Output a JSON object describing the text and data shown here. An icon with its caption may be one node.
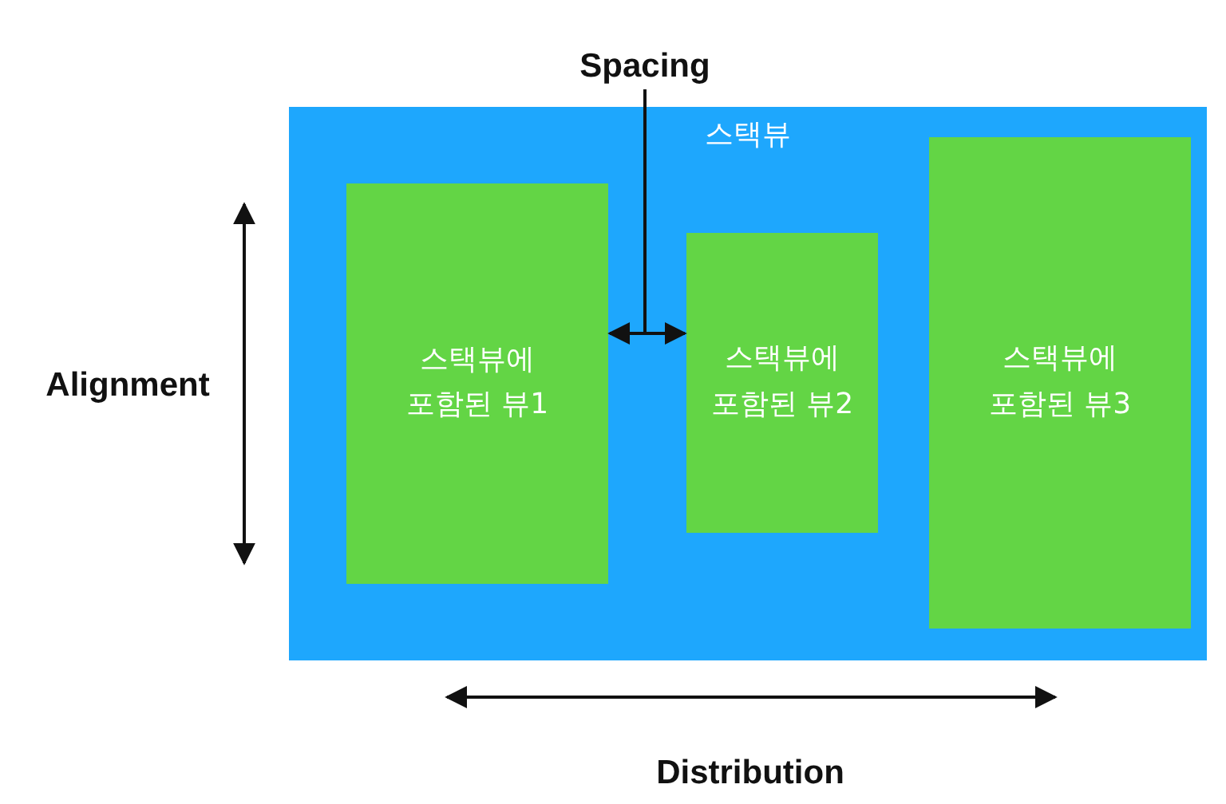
{
  "diagram": {
    "nodes": [
      {
        "text": [
          "스택뷰"
        ]
      },
      {
        "text": [
          "스택뷰에 포함된 뷰1"
        ],
        "in": 0
      },
      {
        "text": [
          "스택뷰에 포함된 뷰2"
        ],
        "in": 0
      },
      {
        "text": [
          "스택뷰에 포함된 뷰3"
        ],
        "in": 0
      },
      {
        "text": [
          "Spacing"
        ]
      }
    ],
    "edges": [
      {
        "from": 1,
        "to": 2,
        "arrow": "both"
      },
      {
        "from": 4,
        "to": null,
        "arrow": "none"
      }
    ],
    "labels": [
      "Alignment",
      "Distribution"
    ]
  }
}
